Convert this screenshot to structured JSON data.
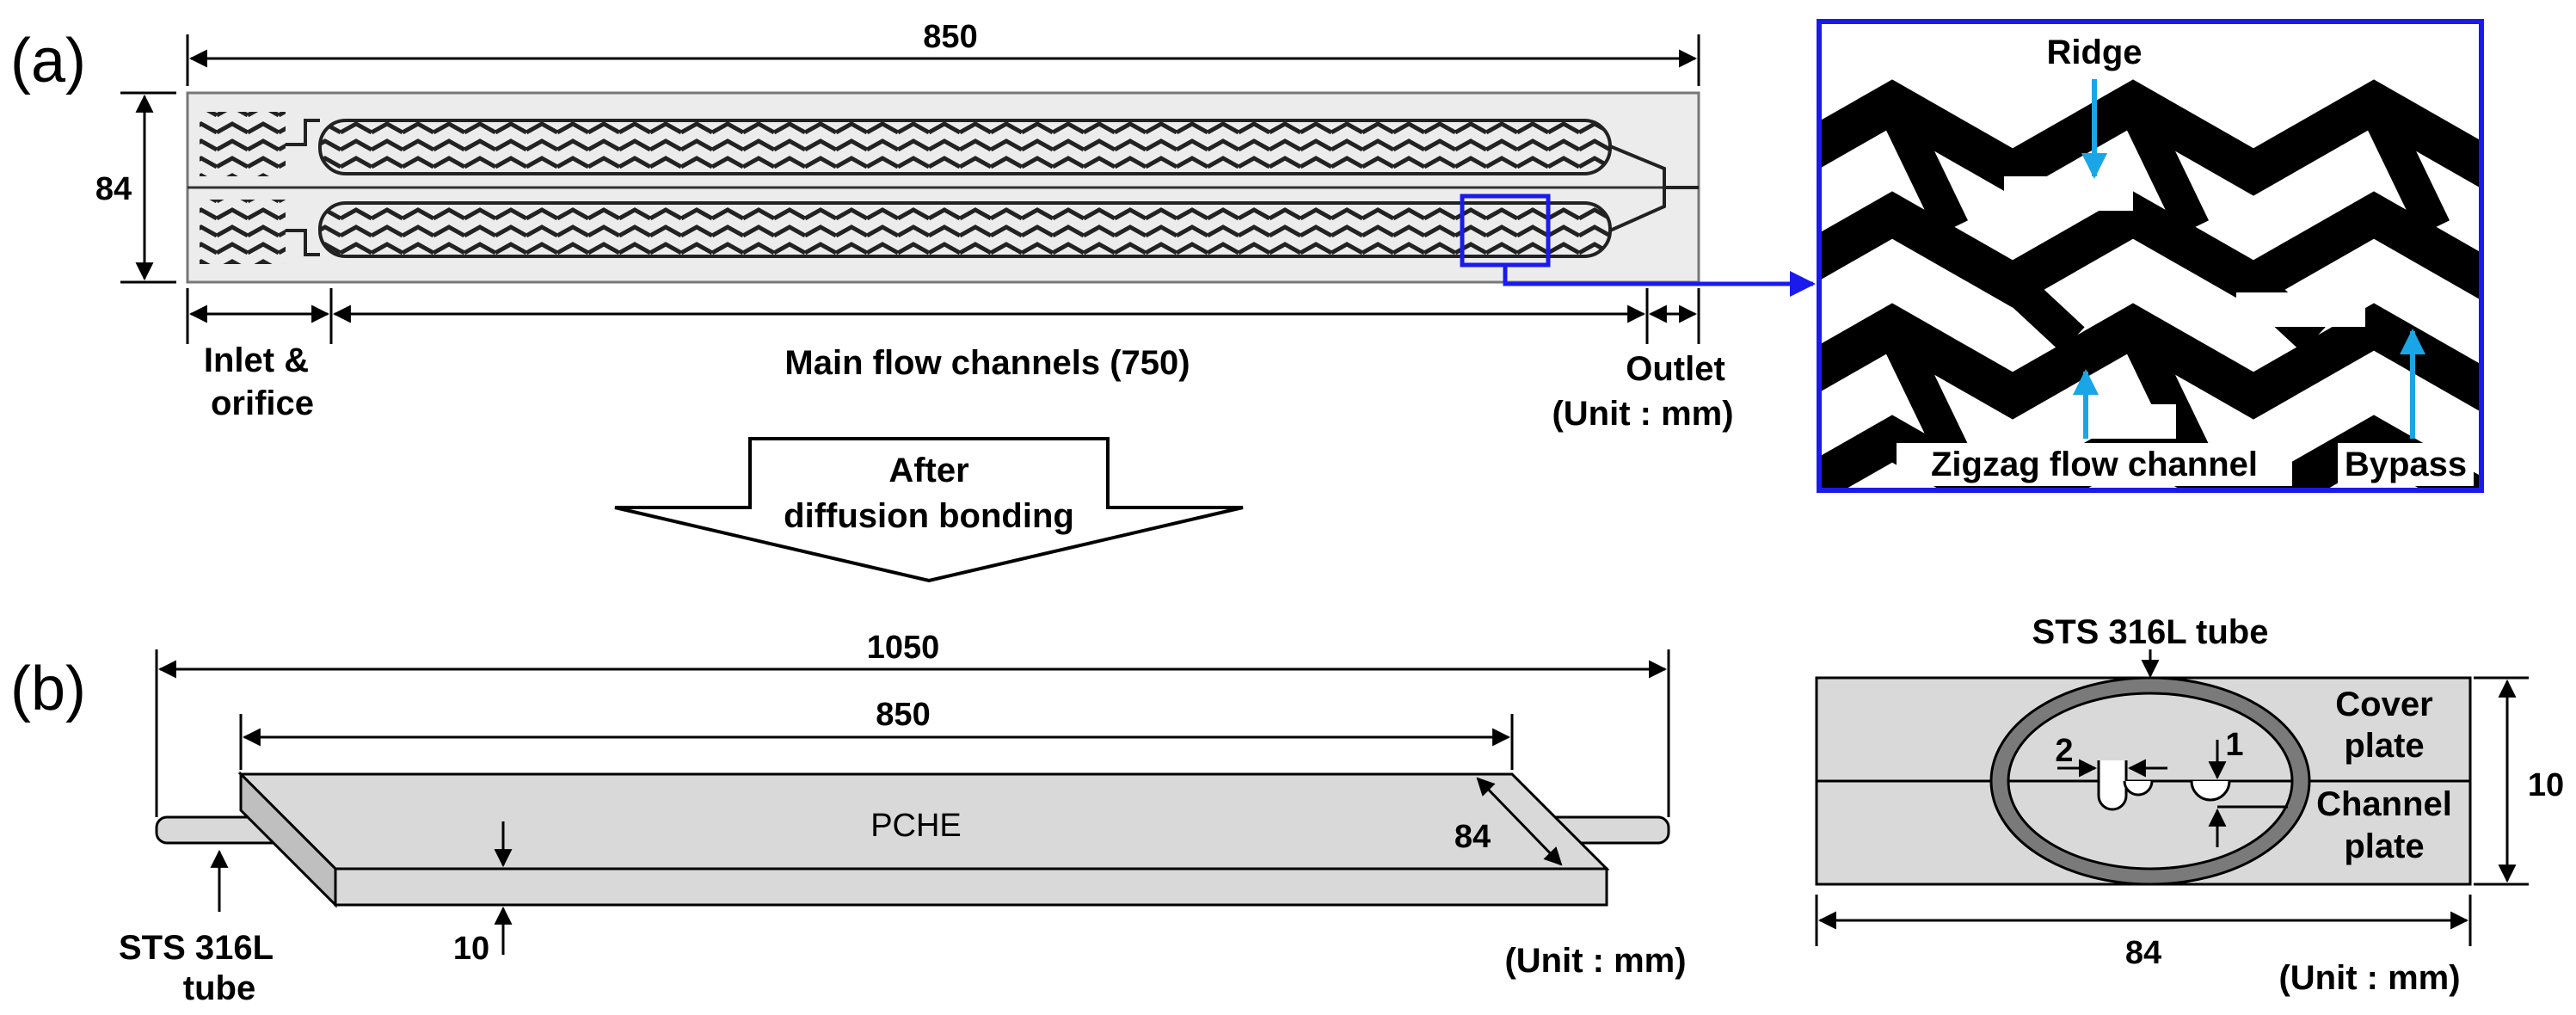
{
  "panels": {
    "a": "(a)",
    "b": "(b)"
  },
  "part_a": {
    "overall_length": "850",
    "width": "84",
    "inlet_label_1": "Inlet &",
    "inlet_label_2": "orifice",
    "main_label": "Main flow channels (750)",
    "outlet_label": "Outlet",
    "unit": "(Unit : mm)"
  },
  "zoom": {
    "ridge": "Ridge",
    "zigzag": "Zigzag flow channel",
    "bypass": "Bypass"
  },
  "process_arrow": {
    "line1": "After",
    "line2": "diffusion bonding"
  },
  "part_b": {
    "overall_length": "1050",
    "plate_length": "850",
    "name": "PCHE",
    "width": "84",
    "thickness": "10",
    "tube_1": "STS 316L",
    "tube_2": "tube",
    "unit": "(Unit : mm)"
  },
  "cross_section": {
    "tube": "STS 316L tube",
    "cover_1": "Cover",
    "cover_2": "plate",
    "channel_1": "Channel",
    "channel_2": "plate",
    "dim_2": "2",
    "dim_1": "1",
    "height": "10",
    "width": "84",
    "unit": "(Unit : mm)"
  },
  "colors": {
    "frame_blue": "#1a1aee",
    "cyan_arrow": "#1aa6e6",
    "plate_gray": "#d9d9d9",
    "tube_gray": "#7a7a7a"
  }
}
